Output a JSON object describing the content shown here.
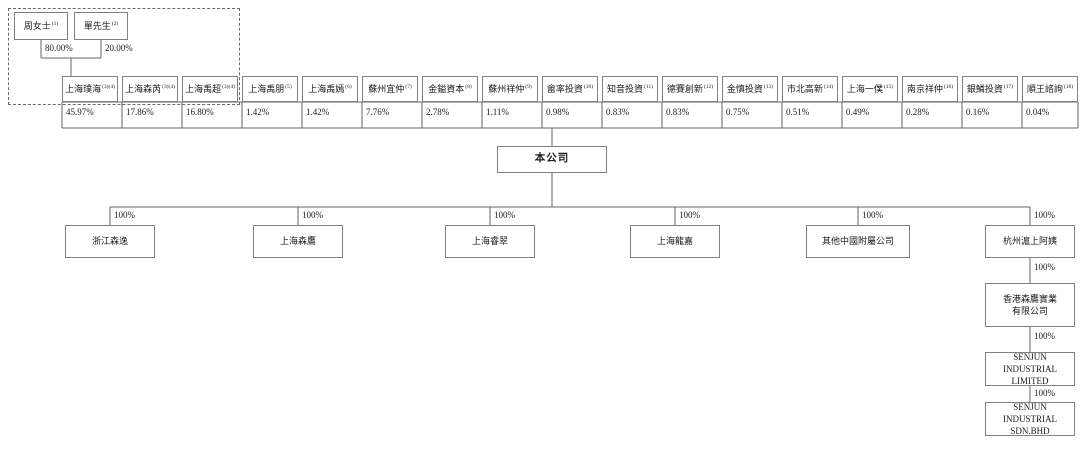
{
  "colors": {
    "background": "#ffffff",
    "line": "#666666",
    "box_border": "#808080",
    "text": "#1a1a1a"
  },
  "founders": [
    {
      "name": "周女士",
      "note": "(1)",
      "pct": "80.00%"
    },
    {
      "name": "單先生",
      "note": "(2)",
      "pct": "20.00%"
    }
  ],
  "shareholders": [
    {
      "name": "上海璞海",
      "note": "(3)(4)",
      "pct": "45.97%"
    },
    {
      "name": "上海森芮",
      "note": "(3)(4)",
      "pct": "17.86%"
    },
    {
      "name": "上海禹超",
      "note": "(3)(4)",
      "pct": "16.80%"
    },
    {
      "name": "上海禹朋",
      "note": "(5)",
      "pct": "1.42%"
    },
    {
      "name": "上海禹嫣",
      "note": "(6)",
      "pct": "1.42%"
    },
    {
      "name": "蘇州宜仲",
      "note": "(7)",
      "pct": "7.76%"
    },
    {
      "name": "金鎰資本",
      "note": "(8)",
      "pct": "2.78%"
    },
    {
      "name": "蘇州祥仲",
      "note": "(9)",
      "pct": "1.11%"
    },
    {
      "name": "畲率投資",
      "note": "(10)",
      "pct": "0.98%"
    },
    {
      "name": "知音投資",
      "note": "(11)",
      "pct": "0.83%"
    },
    {
      "name": "德賽創新",
      "note": "(12)",
      "pct": "0.83%"
    },
    {
      "name": "金慎投資",
      "note": "(13)",
      "pct": "0.75%"
    },
    {
      "name": "市北高新",
      "note": "(14)",
      "pct": "0.51%"
    },
    {
      "name": "上海一僕",
      "note": "(15)",
      "pct": "0.49%"
    },
    {
      "name": "南京祥仲",
      "note": "(16)",
      "pct": "0.28%"
    },
    {
      "name": "銀鱗投資",
      "note": "(17)",
      "pct": "0.16%"
    },
    {
      "name": "順王諮詢",
      "note": "(18)",
      "pct": "0.04%"
    }
  ],
  "company": {
    "label": "本公司"
  },
  "subsidiaries": [
    {
      "name": "浙江森逸",
      "pct": "100%"
    },
    {
      "name": "上海森鷹",
      "pct": "100%"
    },
    {
      "name": "上海睿翠",
      "pct": "100%"
    },
    {
      "name": "上海龍嘉",
      "pct": "100%"
    },
    {
      "name": "其他中國附屬公司",
      "pct": "100%"
    },
    {
      "name": "杭州滬上阿姨",
      "pct": "100%"
    }
  ],
  "chain": [
    {
      "name": "香港森鷹實業\n有限公司",
      "pct": "100%"
    },
    {
      "name": "SENJUN INDUSTRIAL\nLIMITED",
      "pct": "100%"
    },
    {
      "name": "SENJUN INDUSTRIAL\nSDN.BHD",
      "pct": "100%"
    }
  ]
}
